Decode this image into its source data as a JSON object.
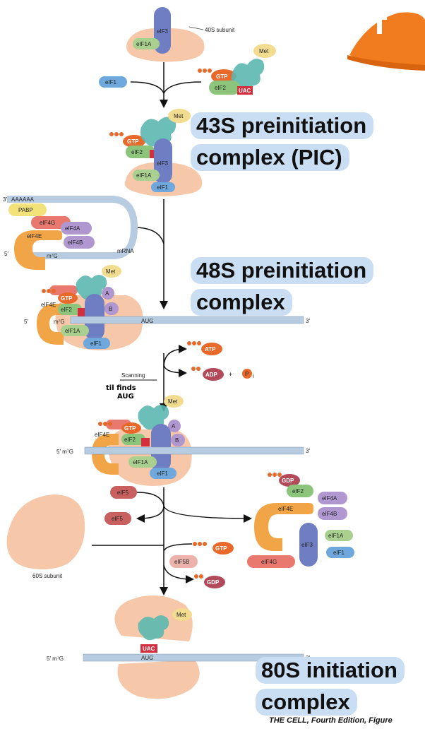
{
  "subunit_labels": {
    "s40": "40S subunit",
    "s60": "60S subunit"
  },
  "factors": {
    "eIF1": "eIF1",
    "eIF1A": "eIF1A",
    "eIF2": "eIF2",
    "eIF3": "eIF3",
    "eIF4A": "eIF4A",
    "eIF4B": "eIF4B",
    "eIF4E": "eIF4E",
    "eIF4G": "eIF4G",
    "eIF5": "eIF5",
    "eIF5B": "eIF5B",
    "PABP": "PABP"
  },
  "molecules": {
    "met": "Met",
    "gtp": "GTP",
    "gdp": "GDP",
    "atp": "ATP",
    "adp": "ADP",
    "pi": "P",
    "pi_sub": "i",
    "uac": "UAC",
    "aug": "AUG",
    "plus": "+",
    "cap": "m⁷G",
    "polyA": "AAAAAA",
    "mrna": "mRNA",
    "five": "5′",
    "three": "3′",
    "cap_line_5": "5′ m⁷G",
    "fragment_A": "A",
    "fragment_B": "B"
  },
  "steps": {
    "scanning": "Scanning"
  },
  "annotations": {
    "handwritten_line1": "til finds",
    "handwritten_line2": "AUG"
  },
  "callouts": {
    "c43": [
      "43S preinitiation",
      "complex (PIC)"
    ],
    "c48": [
      "48S preinitiation",
      "complex"
    ],
    "c80": [
      "80S initiation",
      "complex"
    ]
  },
  "credit": "THE CELL, Fourth Edition, Figure",
  "colors": {
    "ribosome": "#f6c7a8",
    "eIF3": "#6f7dc3",
    "eIF1A": "#a9d08e",
    "eIF1": "#6ea8dc",
    "eIF2": "#8bc47a",
    "gtp": "#e8692a",
    "trna": "#5bb8b0",
    "met": "#f2dc8f",
    "uac": "#d32f3f",
    "eIF4E": "#f2a547",
    "eIF4G": "#e9786f",
    "eIF4A": "#b197cf",
    "eIF4B": "#b197cf",
    "pabp": "#f3e27a",
    "mrna": "#b7cce0",
    "callout": "#c9ddf3",
    "gdp": "#b34a5a",
    "eIF5": "#c7605f"
  }
}
